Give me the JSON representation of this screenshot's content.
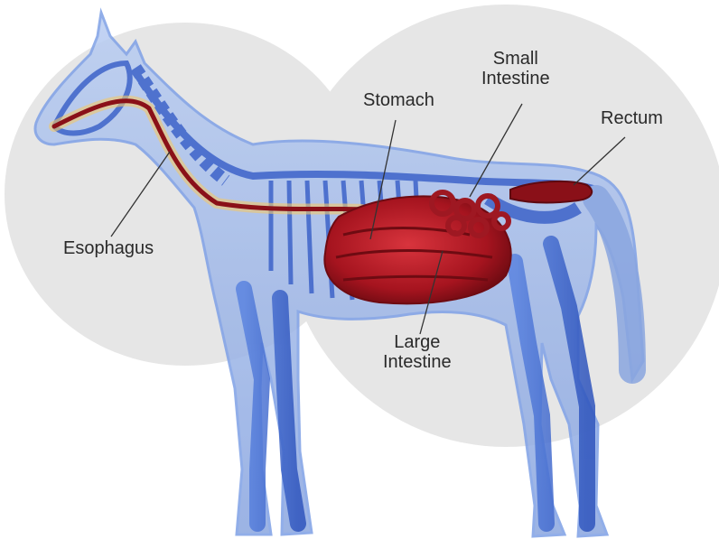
{
  "labels": {
    "stomach": "Stomach",
    "small_intestine": [
      "Small",
      "Intestine"
    ],
    "rectum": "Rectum",
    "esophagus": "Esophagus",
    "large_intestine": [
      "Large",
      "Intestine"
    ]
  },
  "colors": {
    "background_circle": "#e4e4e4",
    "body_fill": "#9fb8e8",
    "skeleton": "#3d63c9",
    "organ": "#b21e2a",
    "organ_dark": "#7a0f18",
    "leader_line": "#333333"
  }
}
